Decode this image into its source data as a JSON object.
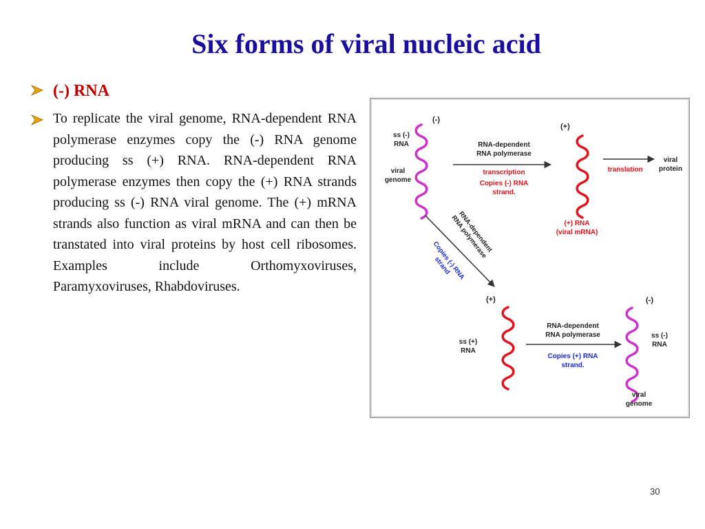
{
  "slide": {
    "title": "Six forms of viral nucleic acid",
    "page_number": "30"
  },
  "bullets": [
    {
      "text": "(-) RNA"
    },
    {
      "text": "To replicate the viral genome, RNA-dependent RNA polymerase enzymes copy the (-) RNA genome producing ss (+) RNA. RNA-dependent RNA polymerase enzymes then copy the (+) RNA strands producing ss (-) RNA viral genome. The (+) mRNA strands also function as viral mRNA and can then be transtated into viral proteins by host cell ribosomes. Examples include Orthomyxoviruses, Paramyxoviruses, Rhabdoviruses."
    }
  ],
  "colors": {
    "title": "#1a0f9c",
    "bullet_heading": "#c00000",
    "bullet_marker": "#e8a200",
    "strand_minus": "#cc33cc",
    "strand_plus": "#e0141e",
    "label_red": "#e0141e",
    "label_blue": "#1d2bd8"
  },
  "figure": {
    "top_left": {
      "sign": "(-)",
      "label_lines": [
        "ss (-)",
        "RNA"
      ],
      "genome_lines": [
        "viral",
        "genome"
      ]
    },
    "top_arrow": {
      "enzyme_lines": [
        "RNA-dependent",
        "RNA polymerase"
      ],
      "process": "transcription",
      "detail_lines": [
        "Copies (-) RNA",
        "strand."
      ]
    },
    "top_middle": {
      "sign": "(+)",
      "label_lines": [
        "(+) RNA",
        "(viral mRNA)"
      ]
    },
    "translation_arrow": {
      "label": "translation"
    },
    "top_right": {
      "label_lines": [
        "viral",
        "protein"
      ]
    },
    "diagonal_arrow": {
      "enzyme_lines": [
        "RNA-dependent",
        "RNA polymerase"
      ],
      "detail_lines": [
        "Copies (-) RNA",
        "strand"
      ]
    },
    "bottom_left": {
      "sign": "(+)",
      "label_lines": [
        "ss (+)",
        "RNA"
      ]
    },
    "bottom_arrow": {
      "enzyme_lines": [
        "RNA-dependent",
        "RNA polymerase"
      ],
      "detail_lines": [
        "Copies (+) RNA",
        "strand."
      ]
    },
    "bottom_right": {
      "sign": "(-)",
      "label_lines": [
        "ss (-)",
        "RNA"
      ],
      "genome_lines": [
        "viral",
        "genome"
      ]
    }
  }
}
